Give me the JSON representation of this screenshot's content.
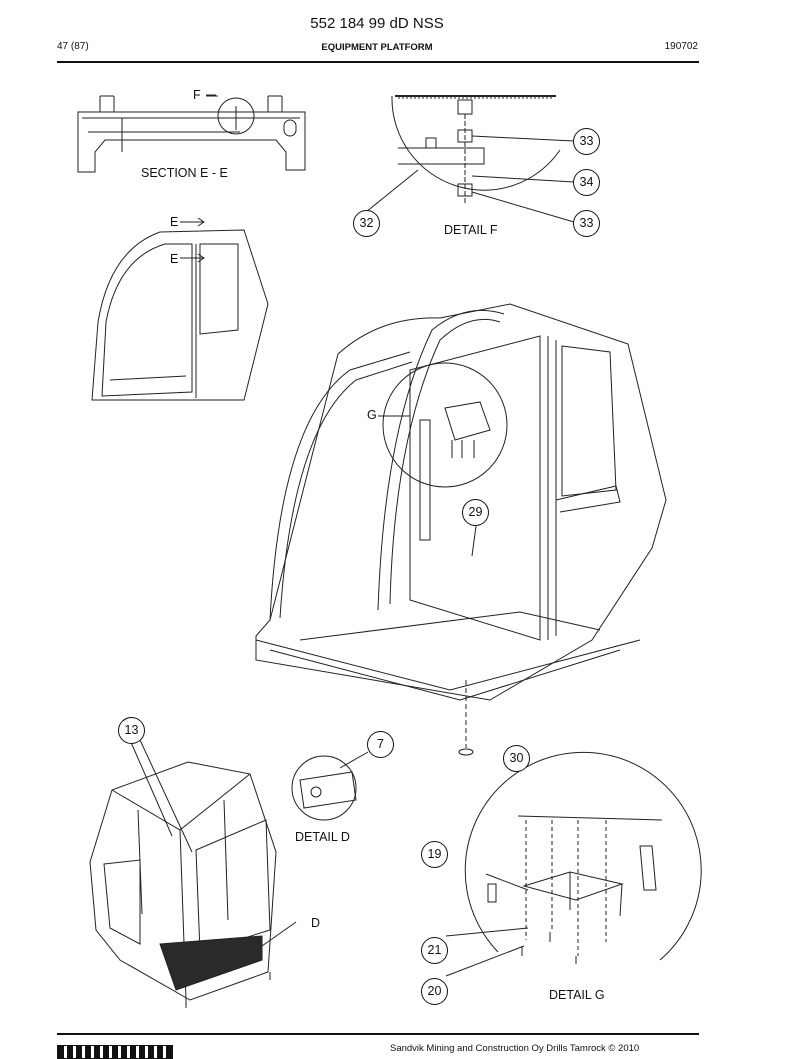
{
  "header": {
    "doc_number": "552 184 99 dD NSS",
    "page_no": "47 (87)",
    "section_title": "EQUIPMENT PLATFORM",
    "date": "190702"
  },
  "views": {
    "section_ee": "SECTION E - E",
    "detail_f": "DETAIL F",
    "detail_d": "DETAIL D",
    "detail_g": "DETAIL G",
    "marker_f": "F",
    "marker_e_top": "E",
    "marker_e_bottom": "E",
    "marker_g": "G",
    "marker_d": "D"
  },
  "callouts": {
    "c33a": "33",
    "c34": "34",
    "c33b": "33",
    "c32": "32",
    "c29": "29",
    "c13": "13",
    "c7": "7",
    "c30": "30",
    "c19": "19",
    "c21": "21",
    "c20": "20"
  },
  "footer": {
    "copyright": "Sandvik Mining and Construction Oy Drills Tamrock © 2010"
  }
}
